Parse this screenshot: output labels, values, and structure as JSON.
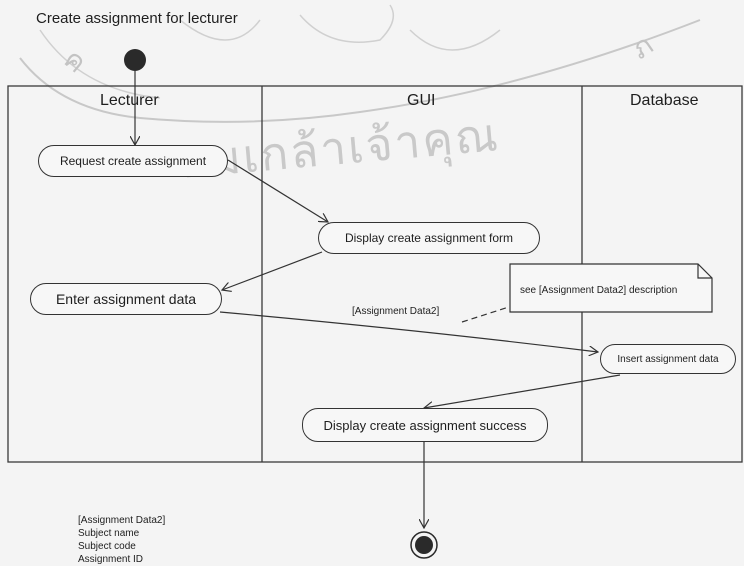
{
  "diagram": {
    "title": "Create assignment for lecturer",
    "lanes": [
      "Lecturer",
      "GUI",
      "Database"
    ],
    "actions": [
      "Request create assignment",
      "Display create assignment form",
      "Enter assignment data",
      "Insert assignment data",
      "Display create assignment success"
    ],
    "note": "see [Assignment Data2] description",
    "flow_label": "[Assignment Data2]",
    "legend": [
      "[Assignment Data2]",
      "Subject name",
      "Subject code",
      "Assignment ID"
    ]
  },
  "watermark": {
    "text": "ฮมเกล้าเจ้าคุณ",
    "letters_top": "ค ภ ว"
  }
}
